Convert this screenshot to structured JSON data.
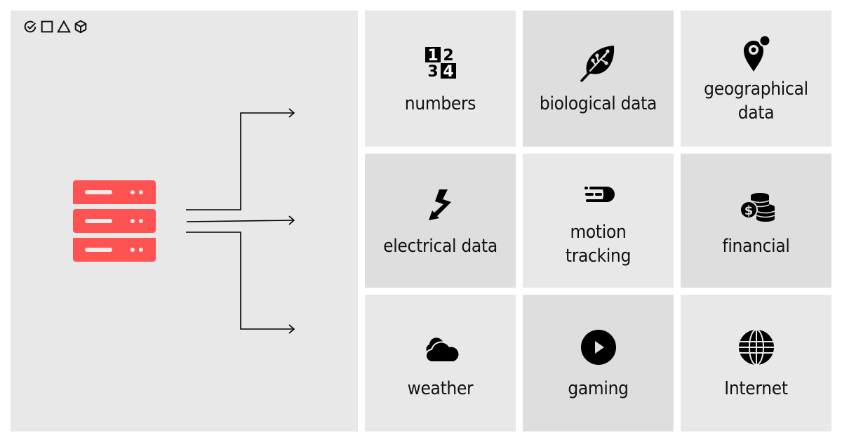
{
  "logo": {
    "icons": [
      "check-circle-icon",
      "square-icon",
      "triangle-icon",
      "cube-icon"
    ]
  },
  "source": {
    "icon": "server-icon",
    "color": "#ff5252"
  },
  "arrows": {
    "count": 3,
    "color": "#000000"
  },
  "tiles": [
    {
      "label": "numbers",
      "icon": "numbers-icon",
      "shade": "light"
    },
    {
      "label": "biological data",
      "icon": "leaf-icon",
      "shade": "dark"
    },
    {
      "label": "geographical data",
      "icon": "location-pin-icon",
      "shade": "light"
    },
    {
      "label": "electrical data",
      "icon": "lightning-icon",
      "shade": "dark"
    },
    {
      "label": "motion tracking",
      "icon": "motion-icon",
      "shade": "light"
    },
    {
      "label": "financial",
      "icon": "coins-icon",
      "shade": "dark"
    },
    {
      "label": "weather",
      "icon": "cloud-icon",
      "shade": "light"
    },
    {
      "label": "gaming",
      "icon": "play-icon",
      "shade": "dark"
    },
    {
      "label": "Internet",
      "icon": "globe-icon",
      "shade": "light"
    }
  ],
  "colors": {
    "panel_light": "#e8e8e8",
    "panel_dark": "#dedede",
    "accent": "#ff5252",
    "background": "#ffffff"
  }
}
